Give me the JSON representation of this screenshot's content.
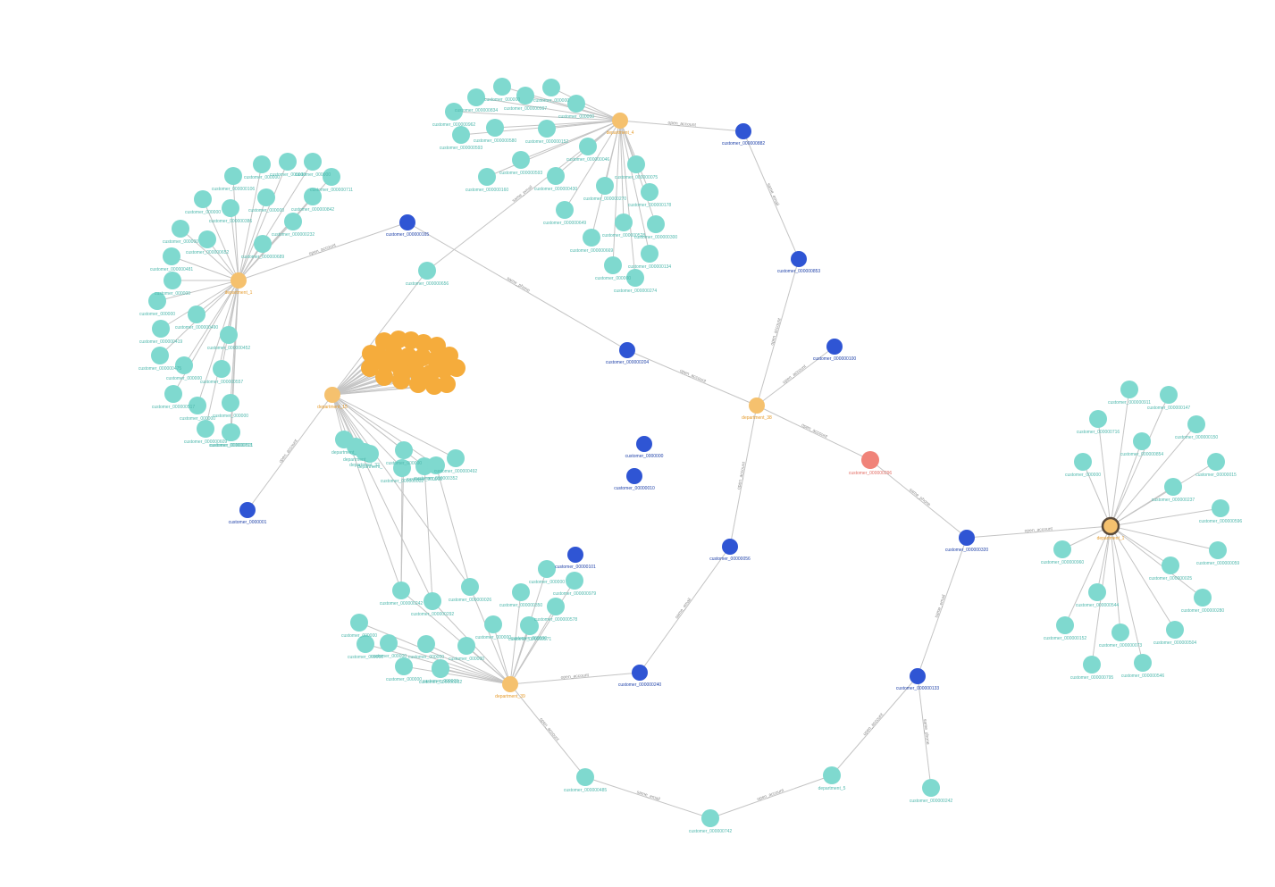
{
  "colors": {
    "customer_teal": "#7fd9cf",
    "customer_blue": "#2f55d4",
    "department": "#f5c16e",
    "department_dense": "#f5ac3c",
    "highlight": "#f08379",
    "selected_ring": "#5a4a3a",
    "edge": "#c4c4c4",
    "label_teal": "#4fb8ad",
    "label_blue": "#2244aa",
    "label_orange": "#e59a2a",
    "label_red": "#e36d64"
  },
  "nodes": [
    {
      "id": "d4",
      "label": "department_4",
      "kind": "department"
    },
    {
      "id": "d1",
      "label": "department_1",
      "kind": "department"
    },
    {
      "id": "d15",
      "label": "department_15",
      "kind": "department"
    },
    {
      "id": "d38",
      "label": "department_38",
      "kind": "department"
    },
    {
      "id": "d39",
      "label": "department_39",
      "kind": "department"
    },
    {
      "id": "dR",
      "label": "department_1",
      "kind": "department",
      "selected": true
    },
    {
      "id": "d5",
      "label": "department_5",
      "kind": "teal"
    },
    {
      "id": "c882",
      "label": "customer_000000882",
      "kind": "blue"
    },
    {
      "id": "c853",
      "label": "customer_000000853",
      "kind": "blue"
    },
    {
      "id": "c165",
      "label": "customer_000000165",
      "kind": "blue"
    },
    {
      "id": "c204",
      "label": "customer_000000204",
      "kind": "blue"
    },
    {
      "id": "c100",
      "label": "customer_000000100",
      "kind": "blue"
    },
    {
      "id": "c000",
      "label": "customer_0000000",
      "kind": "blue"
    },
    {
      "id": "c010",
      "label": "customer_00000010",
      "kind": "blue"
    },
    {
      "id": "c001",
      "label": "customer_0000001",
      "kind": "blue"
    },
    {
      "id": "c056",
      "label": "customer_00000056",
      "kind": "blue"
    },
    {
      "id": "c101",
      "label": "customer_00000101",
      "kind": "blue"
    },
    {
      "id": "c240",
      "label": "customer_000000240",
      "kind": "blue"
    },
    {
      "id": "c320",
      "label": "customer_000000320",
      "kind": "blue"
    },
    {
      "id": "c133",
      "label": "customer_000000133",
      "kind": "blue"
    },
    {
      "id": "c296",
      "label": "customer_000000296",
      "kind": "red"
    },
    {
      "id": "c656",
      "label": "customer_000000656",
      "kind": "teal"
    },
    {
      "id": "c485",
      "label": "customer_000000485",
      "kind": "teal"
    },
    {
      "id": "c742",
      "label": "customer_000000742",
      "kind": "teal"
    },
    {
      "id": "c242",
      "label": "customer_000000242",
      "kind": "teal"
    },
    {
      "id": "t1",
      "label": "customer_000000834",
      "kind": "teal"
    },
    {
      "id": "t2",
      "label": "customer_000000962",
      "kind": "teal"
    },
    {
      "id": "t3",
      "label": "customer_000000593",
      "kind": "teal"
    },
    {
      "id": "t4",
      "label": "customer_000000580",
      "kind": "teal"
    },
    {
      "id": "t5",
      "label": "customer_000000997",
      "kind": "teal"
    },
    {
      "id": "t6",
      "label": "customer_000000160",
      "kind": "teal"
    },
    {
      "id": "t7",
      "label": "customer_000000593",
      "kind": "teal"
    },
    {
      "id": "t8",
      "label": "customer_000000430",
      "kind": "teal"
    },
    {
      "id": "t9",
      "label": "customer_000000046",
      "kind": "teal"
    },
    {
      "id": "t10",
      "label": "customer_000000075",
      "kind": "teal"
    },
    {
      "id": "t11",
      "label": "customer_000000270",
      "kind": "teal"
    },
    {
      "id": "t12",
      "label": "customer_000000178",
      "kind": "teal"
    },
    {
      "id": "t13",
      "label": "customer_000000649",
      "kind": "teal"
    },
    {
      "id": "t14",
      "label": "customer_000000528",
      "kind": "teal"
    },
    {
      "id": "t15",
      "label": "customer_000000300",
      "kind": "teal"
    },
    {
      "id": "t16",
      "label": "customer_000000669",
      "kind": "teal"
    },
    {
      "id": "t17",
      "label": "customer_000000134",
      "kind": "teal"
    },
    {
      "id": "t18",
      "label": "customer_000000",
      "kind": "teal"
    },
    {
      "id": "t19",
      "label": "customer_000000274",
      "kind": "teal"
    },
    {
      "id": "t20",
      "label": "customer_000000152",
      "kind": "teal"
    },
    {
      "id": "t21",
      "label": "customer_000000",
      "kind": "teal"
    },
    {
      "id": "t22",
      "label": "customer_000000",
      "kind": "teal"
    },
    {
      "id": "t23",
      "label": "customer_000000",
      "kind": "teal"
    },
    {
      "id": "l1",
      "label": "customer_000000106",
      "kind": "teal"
    },
    {
      "id": "l2",
      "label": "customer_000000",
      "kind": "teal"
    },
    {
      "id": "l3",
      "label": "customer_000000",
      "kind": "teal"
    },
    {
      "id": "l4",
      "label": "customer_000000",
      "kind": "teal"
    },
    {
      "id": "l5",
      "label": "customer_000000711",
      "kind": "teal"
    },
    {
      "id": "l6",
      "label": "customer_000000",
      "kind": "teal"
    },
    {
      "id": "l7",
      "label": "customer_000000386",
      "kind": "teal"
    },
    {
      "id": "l8",
      "label": "customer_000000",
      "kind": "teal"
    },
    {
      "id": "l9",
      "label": "customer_000000842",
      "kind": "teal"
    },
    {
      "id": "l10",
      "label": "customer_000000232",
      "kind": "teal"
    },
    {
      "id": "l11",
      "label": "customer_000000",
      "kind": "teal"
    },
    {
      "id": "l12",
      "label": "customer_000000652",
      "kind": "teal"
    },
    {
      "id": "l13",
      "label": "customer_000000689",
      "kind": "teal"
    },
    {
      "id": "l14",
      "label": "customer_000000481",
      "kind": "teal"
    },
    {
      "id": "l15",
      "label": "customer_000000",
      "kind": "teal"
    },
    {
      "id": "l16",
      "label": "customer_000000",
      "kind": "teal"
    },
    {
      "id": "l17",
      "label": "customer_000000490",
      "kind": "teal"
    },
    {
      "id": "l18",
      "label": "customer_000000419",
      "kind": "teal"
    },
    {
      "id": "l19",
      "label": "customer_000000475",
      "kind": "teal"
    },
    {
      "id": "l20",
      "label": "customer_000000452",
      "kind": "teal"
    },
    {
      "id": "l21",
      "label": "customer_000000",
      "kind": "teal"
    },
    {
      "id": "l22",
      "label": "customer_000000557",
      "kind": "teal"
    },
    {
      "id": "l23",
      "label": "customer_000000517",
      "kind": "teal"
    },
    {
      "id": "l24",
      "label": "customer_000000",
      "kind": "teal"
    },
    {
      "id": "l25",
      "label": "customer_000000",
      "kind": "teal"
    },
    {
      "id": "l26",
      "label": "customer_000000609",
      "kind": "teal"
    },
    {
      "id": "l27",
      "label": "customer_000000713",
      "kind": "teal"
    },
    {
      "id": "l28",
      "label": "customer_000000801",
      "kind": "teal"
    },
    {
      "id": "m1",
      "label": "department_",
      "kind": "teal"
    },
    {
      "id": "m2",
      "label": "department_",
      "kind": "teal"
    },
    {
      "id": "m3",
      "label": "department_32",
      "kind": "teal"
    },
    {
      "id": "m4",
      "label": "department_",
      "kind": "teal"
    },
    {
      "id": "m5",
      "label": "customer_000000",
      "kind": "teal"
    },
    {
      "id": "m6",
      "label": "customer_000000002",
      "kind": "teal"
    },
    {
      "id": "m7",
      "label": "customer_000000",
      "kind": "teal"
    },
    {
      "id": "m8",
      "label": "customer_000000352",
      "kind": "teal"
    },
    {
      "id": "m9",
      "label": "customer_000000492",
      "kind": "teal"
    },
    {
      "id": "m10",
      "label": "customer_000000242",
      "kind": "teal"
    },
    {
      "id": "m11",
      "label": "customer_000000292",
      "kind": "teal"
    },
    {
      "id": "m12",
      "label": "customer_000000026",
      "kind": "teal"
    },
    {
      "id": "b1",
      "label": "customer_000000",
      "kind": "teal"
    },
    {
      "id": "b2",
      "label": "customer_000000",
      "kind": "teal"
    },
    {
      "id": "b3",
      "label": "customer_000000",
      "kind": "teal"
    },
    {
      "id": "b4",
      "label": "customer_000000",
      "kind": "teal"
    },
    {
      "id": "b5",
      "label": "customer_000000",
      "kind": "teal"
    },
    {
      "id": "b6",
      "label": "customer_000000",
      "kind": "teal"
    },
    {
      "id": "b7",
      "label": "customer_000000282",
      "kind": "teal"
    },
    {
      "id": "b8",
      "label": "customer_000000",
      "kind": "teal"
    },
    {
      "id": "b9",
      "label": "customer_000000",
      "kind": "teal"
    },
    {
      "id": "b10",
      "label": "customer_000000",
      "kind": "teal"
    },
    {
      "id": "b11",
      "label": "customer_000000350",
      "kind": "teal"
    },
    {
      "id": "b12",
      "label": "customer_000000",
      "kind": "teal"
    },
    {
      "id": "b13",
      "label": "customer_000000979",
      "kind": "teal"
    },
    {
      "id": "b14",
      "label": "customer_000000578",
      "kind": "teal"
    },
    {
      "id": "b15",
      "label": "customer_000000571",
      "kind": "teal"
    },
    {
      "id": "r1",
      "label": "customer_000000911",
      "kind": "teal"
    },
    {
      "id": "r2",
      "label": "customer_000000147",
      "kind": "teal"
    },
    {
      "id": "r3",
      "label": "customer_000000716",
      "kind": "teal"
    },
    {
      "id": "r4",
      "label": "customer_000000150",
      "kind": "teal"
    },
    {
      "id": "r5",
      "label": "customer_000000854",
      "kind": "teal"
    },
    {
      "id": "r6",
      "label": "customer_000000",
      "kind": "teal"
    },
    {
      "id": "r7",
      "label": "customer_00000015",
      "kind": "teal"
    },
    {
      "id": "r8",
      "label": "customer_000000237",
      "kind": "teal"
    },
    {
      "id": "r9",
      "label": "customer_000000596",
      "kind": "teal"
    },
    {
      "id": "r10",
      "label": "customer_000000960",
      "kind": "teal"
    },
    {
      "id": "r11",
      "label": "customer_000000059",
      "kind": "teal"
    },
    {
      "id": "r12",
      "label": "customer_000000025",
      "kind": "teal"
    },
    {
      "id": "r13",
      "label": "customer_000000544",
      "kind": "teal"
    },
    {
      "id": "r14",
      "label": "customer_000000280",
      "kind": "teal"
    },
    {
      "id": "r15",
      "label": "customer_000000152",
      "kind": "teal"
    },
    {
      "id": "r16",
      "label": "customer_000000073",
      "kind": "teal"
    },
    {
      "id": "r17",
      "label": "customer_000000504",
      "kind": "teal"
    },
    {
      "id": "r18",
      "label": "customer_000000795",
      "kind": "teal"
    },
    {
      "id": "r19",
      "label": "customer_000000546",
      "kind": "teal"
    }
  ],
  "edges": [
    {
      "from": "d4",
      "to": "c882",
      "label": "open_account"
    },
    {
      "from": "c882",
      "to": "c853",
      "label": "same_email"
    },
    {
      "from": "c853",
      "to": "d38",
      "label": "open_account"
    },
    {
      "from": "d38",
      "to": "c100",
      "label": "open_account"
    },
    {
      "from": "d1",
      "to": "c165",
      "label": "open_account"
    },
    {
      "from": "c165",
      "to": "c204",
      "label": "same_phone"
    },
    {
      "from": "c204",
      "to": "d38",
      "label": "open_account"
    },
    {
      "from": "d38",
      "to": "c296",
      "label": "open_account"
    },
    {
      "from": "c296",
      "to": "c320",
      "label": "same_phone"
    },
    {
      "from": "c320",
      "to": "dR",
      "label": "open_account"
    },
    {
      "from": "c320",
      "to": "c133",
      "label": "same_email"
    },
    {
      "from": "c133",
      "to": "c242",
      "label": "same_phone"
    },
    {
      "from": "c133",
      "to": "d5",
      "label": "open_account"
    },
    {
      "from": "d5",
      "to": "c742",
      "label": "open_account"
    },
    {
      "from": "c742",
      "to": "c485",
      "label": "same_email"
    },
    {
      "from": "c485",
      "to": "d39",
      "label": "open_account"
    },
    {
      "from": "d39",
      "to": "c240",
      "label": "open_account"
    },
    {
      "from": "c240",
      "to": "c056",
      "label": "same_email"
    },
    {
      "from": "c056",
      "to": "d38",
      "label": "open_account"
    },
    {
      "from": "d15",
      "to": "c001",
      "label": "open_account"
    },
    {
      "from": "d4",
      "to": "c656",
      "label": "same_email"
    },
    {
      "from": "c656",
      "to": "d15",
      "label": ""
    }
  ]
}
